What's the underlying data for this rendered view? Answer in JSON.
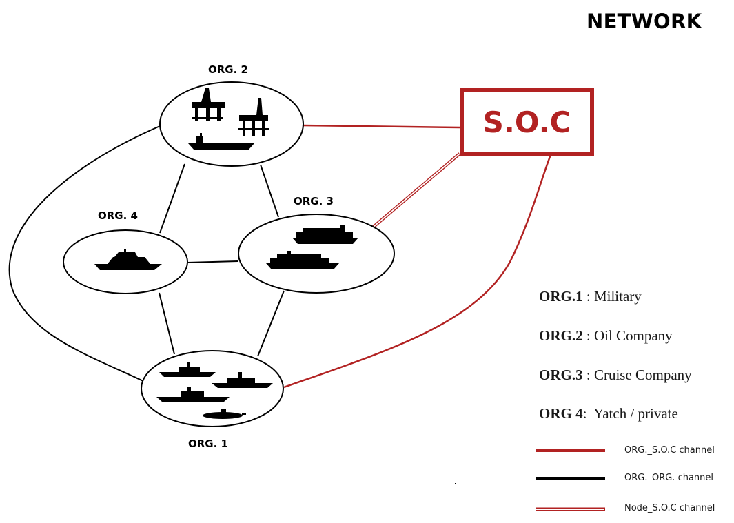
{
  "title": "NETWORK",
  "nodes": {
    "org1": {
      "label": "ORG. 1"
    },
    "org2": {
      "label": "ORG. 2"
    },
    "org3": {
      "label": "ORG. 3"
    },
    "org4": {
      "label": "ORG. 4"
    },
    "soc": {
      "label": "S.O.C"
    }
  },
  "legend": {
    "orgs": [
      {
        "key": "ORG.1",
        "sep": " : ",
        "desc": "Military"
      },
      {
        "key": "ORG.2",
        "sep": " : ",
        "desc": "Oil Company"
      },
      {
        "key": "ORG.3",
        "sep": " : ",
        "desc": "Cruise Company"
      },
      {
        "key": "ORG 4",
        "sep": ":  ",
        "desc": "Yatch / private"
      }
    ],
    "channels": [
      {
        "label": "ORG._S.O.C  channel",
        "style": "red"
      },
      {
        "label": "ORG._ORG. channel",
        "style": "black"
      },
      {
        "label": "Node_S.O.C channel",
        "style": "double-red"
      }
    ]
  },
  "colors": {
    "soc_red": "#b22222",
    "line_black": "#000000"
  },
  "icons": {
    "org1": [
      "warship-icon",
      "warship-icon",
      "warship-icon",
      "submarine-icon"
    ],
    "org2": [
      "oil-rig-icon",
      "oil-platform-icon",
      "tanker-ship-icon"
    ],
    "org3": [
      "cruise-ship-icon",
      "cruise-ship-icon"
    ],
    "org4": [
      "yacht-icon"
    ]
  }
}
